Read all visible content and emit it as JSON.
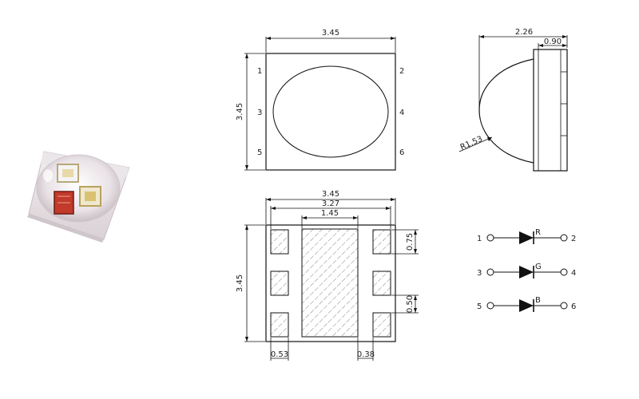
{
  "top_view": {
    "width_label": "3.45",
    "height_label": "3.45",
    "pins_left": [
      "1",
      "3",
      "5"
    ],
    "pins_right": [
      "2",
      "4",
      "6"
    ]
  },
  "side_view": {
    "total_height_label": "2.26",
    "base_height_label": "0.90",
    "radius_label": "R1.53"
  },
  "bottom_view": {
    "outer_width_label": "3.45",
    "pad_span_label": "3.27",
    "center_pad_label": "1.45",
    "height_label": "3.45",
    "pad_height_label": "0.75",
    "pad_gap_label": "0.50",
    "pad_width_label": "0.53",
    "pad_edge_label": "0.38"
  },
  "schematic": [
    {
      "anode": "1",
      "cathode": "2",
      "color": "R"
    },
    {
      "anode": "3",
      "cathode": "4",
      "color": "G"
    },
    {
      "anode": "5",
      "cathode": "6",
      "color": "B"
    }
  ],
  "colors": {
    "line": "#111111",
    "hatch": "#555555",
    "pad_fill": "#efefef"
  }
}
